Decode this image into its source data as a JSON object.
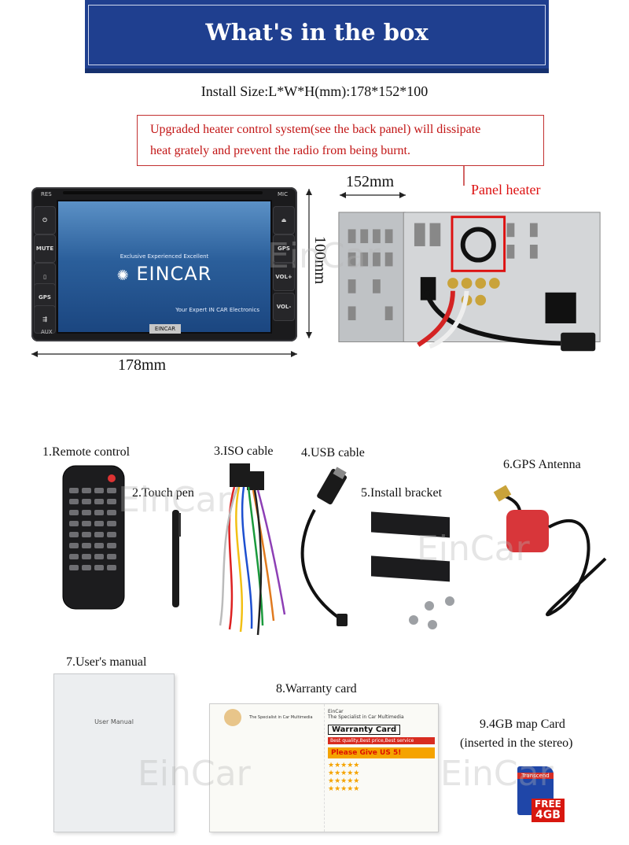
{
  "header": {
    "title": "What's in the box"
  },
  "install_size": "Install Size:L*W*H(mm):178*152*100",
  "notice": {
    "line1": "Upgraded heater control system(see the back panel) will dissipate",
    "line2": "heat grately and prevent the radio from being burnt."
  },
  "dimensions": {
    "depth": "152mm",
    "height": "100mm",
    "width": "178mm"
  },
  "panel_heater_label": "Panel heater",
  "stereo": {
    "buttons": {
      "res": "RES",
      "mic": "MIC",
      "mute": "MUTE",
      "gps_left": "GPS",
      "gps_right": "GPS",
      "vol_up": "VOL+",
      "vol_down": "VOL-",
      "aux": "AUX"
    },
    "slogan": "Exclusive Experienced Excellent",
    "logo": "EINCAR",
    "tagline": "Your Expert IN CAR Electronics",
    "plate": "EINCAR"
  },
  "items": {
    "remote": "1.Remote control",
    "pen": "2.Touch pen",
    "iso": "3.ISO cable",
    "usb": "4.USB cable",
    "bracket": "5.Install bracket",
    "gps": "6.GPS Antenna",
    "manual": "7.User's manual",
    "warranty": "8.Warranty card",
    "map_card_line1": "9.4GB map Card",
    "map_card_line2": "(inserted in the stereo)"
  },
  "manual_cover": {
    "title": "User Manual"
  },
  "warranty_card": {
    "brand": "EinCar",
    "specialist": "The Specialist in Car Multimedia",
    "title": "Warranty Card",
    "best": "Best quality,Best price,Best service",
    "give": "Please Give US 5!"
  },
  "sd_card": {
    "brand": "Transcend",
    "free": "FREE",
    "size": "4GB"
  },
  "watermark": "EinCar",
  "colors": {
    "banner": "#1f3f8f",
    "notice_red": "#c21515",
    "gps_red": "#d8363a"
  }
}
